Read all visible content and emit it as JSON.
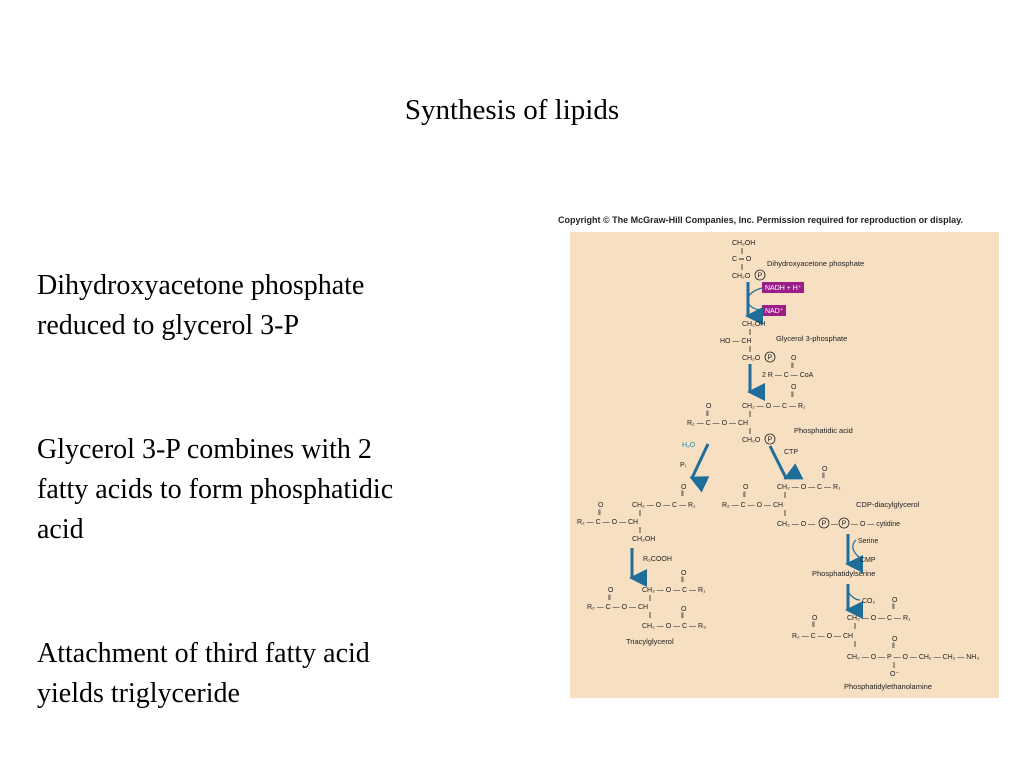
{
  "slide": {
    "title": "Synthesis of lipids",
    "bullets": [
      {
        "lines": [
          "Dihydroxyacetone phosphate",
          "reduced to glycerol 3-P"
        ]
      },
      {
        "lines": [
          "Glycerol 3-P combines with 2",
          "fatty acids to form phosphatidic",
          "acid"
        ]
      },
      {
        "lines": [
          "Attachment of third fatty acid",
          "yields triglyceride"
        ]
      }
    ]
  },
  "figure": {
    "copyright": "Copyright © The McGraw-Hill Companies, Inc. Permission required for reproduction or display.",
    "labels": {
      "dhap": "Dihydroxyacetone phosphate",
      "g3p": "Glycerol 3-phosphate",
      "phosphatidic_acid": "Phosphatidic acid",
      "cdp_dag": "CDP-diacylglycerol",
      "phosphatidylserine": "Phosphatidylserine",
      "triacylglycerol": "Triacylglycerol",
      "phosphatidylethanolamine": "Phosphatidylethanolamine"
    },
    "reagents": {
      "nadh": "NADH + H⁺",
      "nad": "NAD⁺",
      "acyl_coa": "2  R — C — CoA",
      "h2o": "H₂O",
      "pi": "Pᵢ",
      "ctp": "CTP",
      "r3cooh": "R₃COOH",
      "serine": "Serine",
      "cmp": "CMP",
      "co2": "CO₂"
    },
    "colors": {
      "panel": "#f7dfc2",
      "arrow": "#1f6d99",
      "nadh_box": "#9b1d88"
    }
  }
}
